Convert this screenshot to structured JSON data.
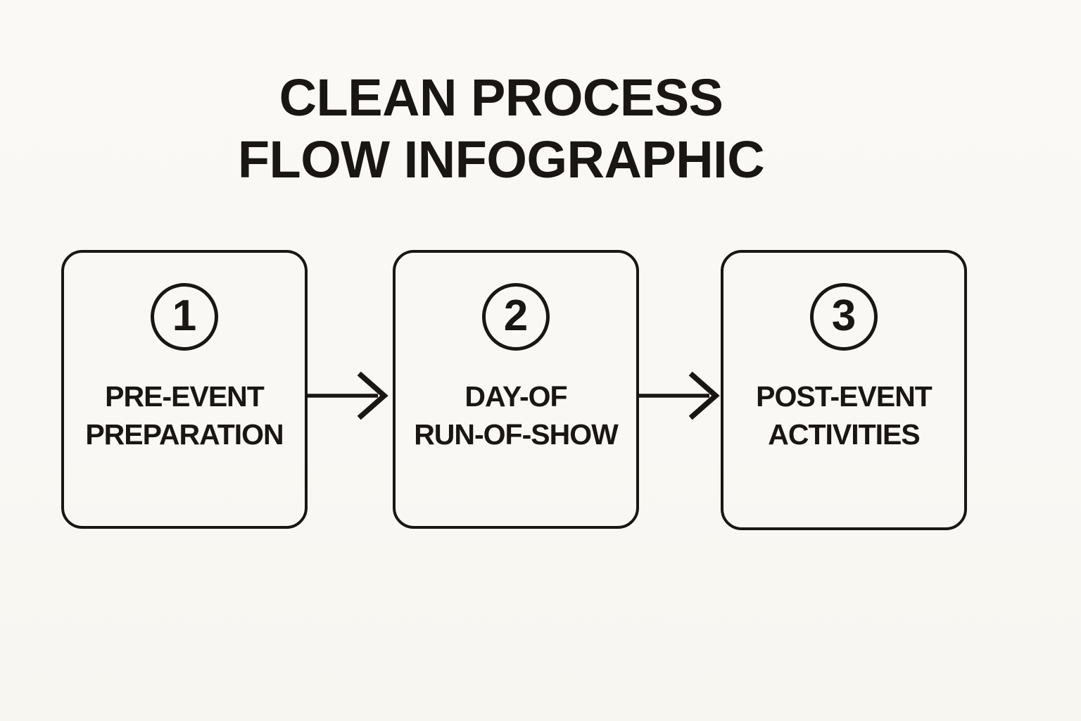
{
  "page": {
    "background_color": "#faf8f4",
    "ink_color": "#191613"
  },
  "title": {
    "line1": "CLEAN PROCESS",
    "line2": "FLOW INFOGRAPHIC"
  },
  "steps": [
    {
      "number": "1",
      "label_line1": "PRE-EVENT",
      "label_line2": "PREPARATION"
    },
    {
      "number": "2",
      "label_line1": "DAY-OF",
      "label_line2": "RUN-OF-SHOW"
    },
    {
      "number": "3",
      "label_line1": "POST-EVENT",
      "label_line2": "ACTIVITIES"
    }
  ],
  "connectors": [
    {
      "icon": "arrow-right-icon"
    },
    {
      "icon": "arrow-right-icon"
    }
  ]
}
